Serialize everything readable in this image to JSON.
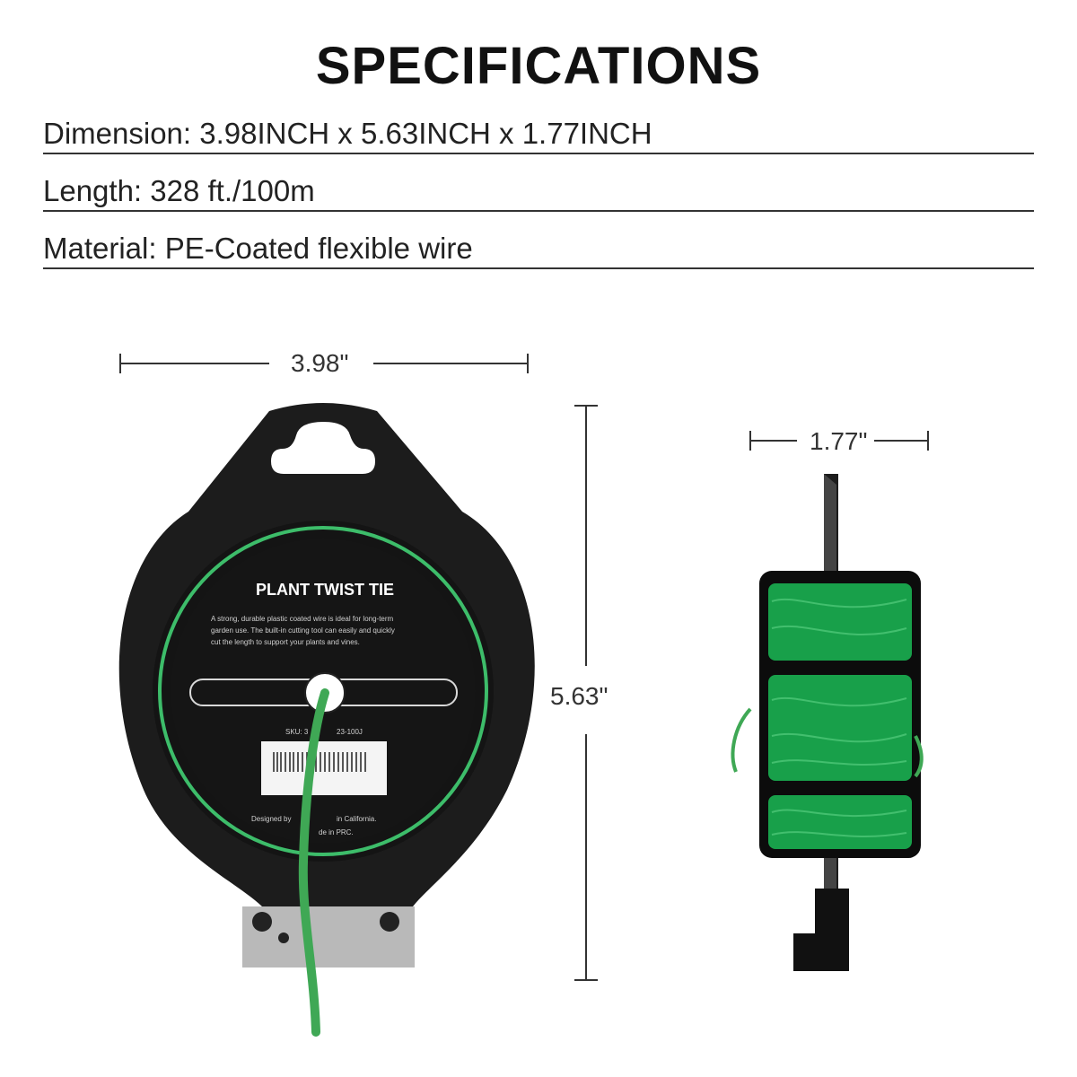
{
  "title": "SPECIFICATIONS",
  "specs": [
    {
      "text": "Dimension: 3.98INCH x 5.63INCH x 1.77INCH"
    },
    {
      "text": "Length: 328 ft./100m"
    },
    {
      "text": "Material: PE-Coated flexible wire"
    }
  ],
  "dimensions": {
    "width_label": "3.98\"",
    "height_label": "5.63\"",
    "depth_label": "1.77\""
  },
  "product": {
    "label_title": "PLANT TWIST TIE",
    "label_desc_1": "A strong, durable plastic coated wire is ideal for long-term",
    "label_desc_2": "garden use. The built-in cutting tool can easily and quickly",
    "label_desc_3": "cut the length to support your plants and vines.",
    "sku": "SKU: 3",
    "sku_suffix": "23-100J",
    "made_1": "Designed by",
    "made_1b": "in California.",
    "made_2": "de in PRC.",
    "colors": {
      "reel_body": "#1c1c1c",
      "ring": "#3dbd6a",
      "wire": "#3fa855",
      "spool": "#18a04a",
      "cutter": "#b9b9b9"
    }
  }
}
